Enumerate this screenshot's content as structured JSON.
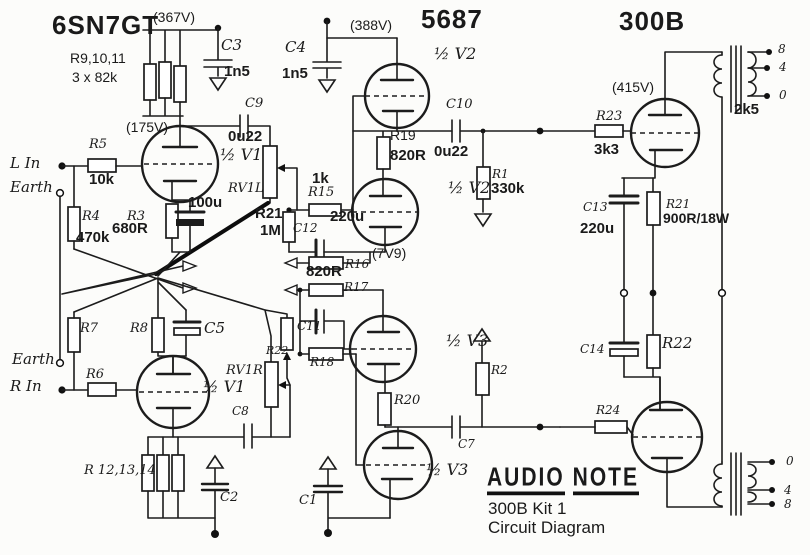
{
  "labels": {
    "tubes": {
      "t6sn7": "6SN7GT",
      "t5687": "5687",
      "t300b": "300B",
      "v1a": "½ V1",
      "v1b": "½ V1",
      "v2a": "½ V2",
      "v2b": "½ V2",
      "v3a": "½ V3",
      "v3b": "½ V3"
    },
    "voltages": {
      "v367": "(367V)",
      "v388": "(388V)",
      "v415": "(415V)",
      "v175": "(175V)",
      "v7v9": "(7V9)"
    },
    "io": {
      "l_in": "L In",
      "r_in": "R In",
      "earth_top": "Earth",
      "earth_bottom": "Earth"
    },
    "resistors": {
      "r1": "R1",
      "r1_val": "330k",
      "r2": "R2",
      "r3": "R3",
      "r3_val": "680R",
      "r4": "R4",
      "r4_val": "470k",
      "r5": "R5",
      "r5_val": "10k",
      "r6": "R6",
      "r7": "R7",
      "r8": "R8",
      "r9_11": "R9,10,11",
      "r9_11_val": "3 x 82k",
      "r12_14": "R 12,13,14",
      "r15": "R15",
      "r15_val": "1k",
      "r16": "R16",
      "r16_val": "820R",
      "r17": "R17",
      "r18": "R18",
      "r19": "R19",
      "r19_val": "820R",
      "r20": "R20",
      "r21_1m": "R21",
      "r21_1m_val": "1M",
      "r21_900": "R21",
      "r21_900_val": "900R/18W",
      "r22_pot": "R22",
      "r22": "R22",
      "r23": "R23",
      "r23_val": "3k3",
      "r24": "R24",
      "rv1l": "RV1L",
      "rv1r": "RV1R"
    },
    "capacitors": {
      "c1": "C1",
      "c2": "C2",
      "c3": "C3",
      "c3_val": "1n5",
      "c4": "C4",
      "c4_val": "1n5",
      "c5": "C5",
      "c7": "C7",
      "c8": "C8",
      "c9": "C9",
      "c9_val": "0u22",
      "c10": "C10",
      "c10_val": "0u22",
      "c11": "C11",
      "c12": "C12",
      "c12_val": "220u",
      "c13": "C13",
      "c13_val": "220u",
      "c14": "C14",
      "c100u": "100u"
    },
    "transformer": {
      "impedance": "2k5",
      "top_taps": [
        "8",
        "4",
        "0"
      ],
      "bottom_taps": [
        "0",
        "4",
        "8"
      ]
    },
    "brand": {
      "word1": "AUDIO",
      "word2": "NOTE",
      "product": "300B Kit 1",
      "subtitle": "Circuit Diagram"
    }
  }
}
